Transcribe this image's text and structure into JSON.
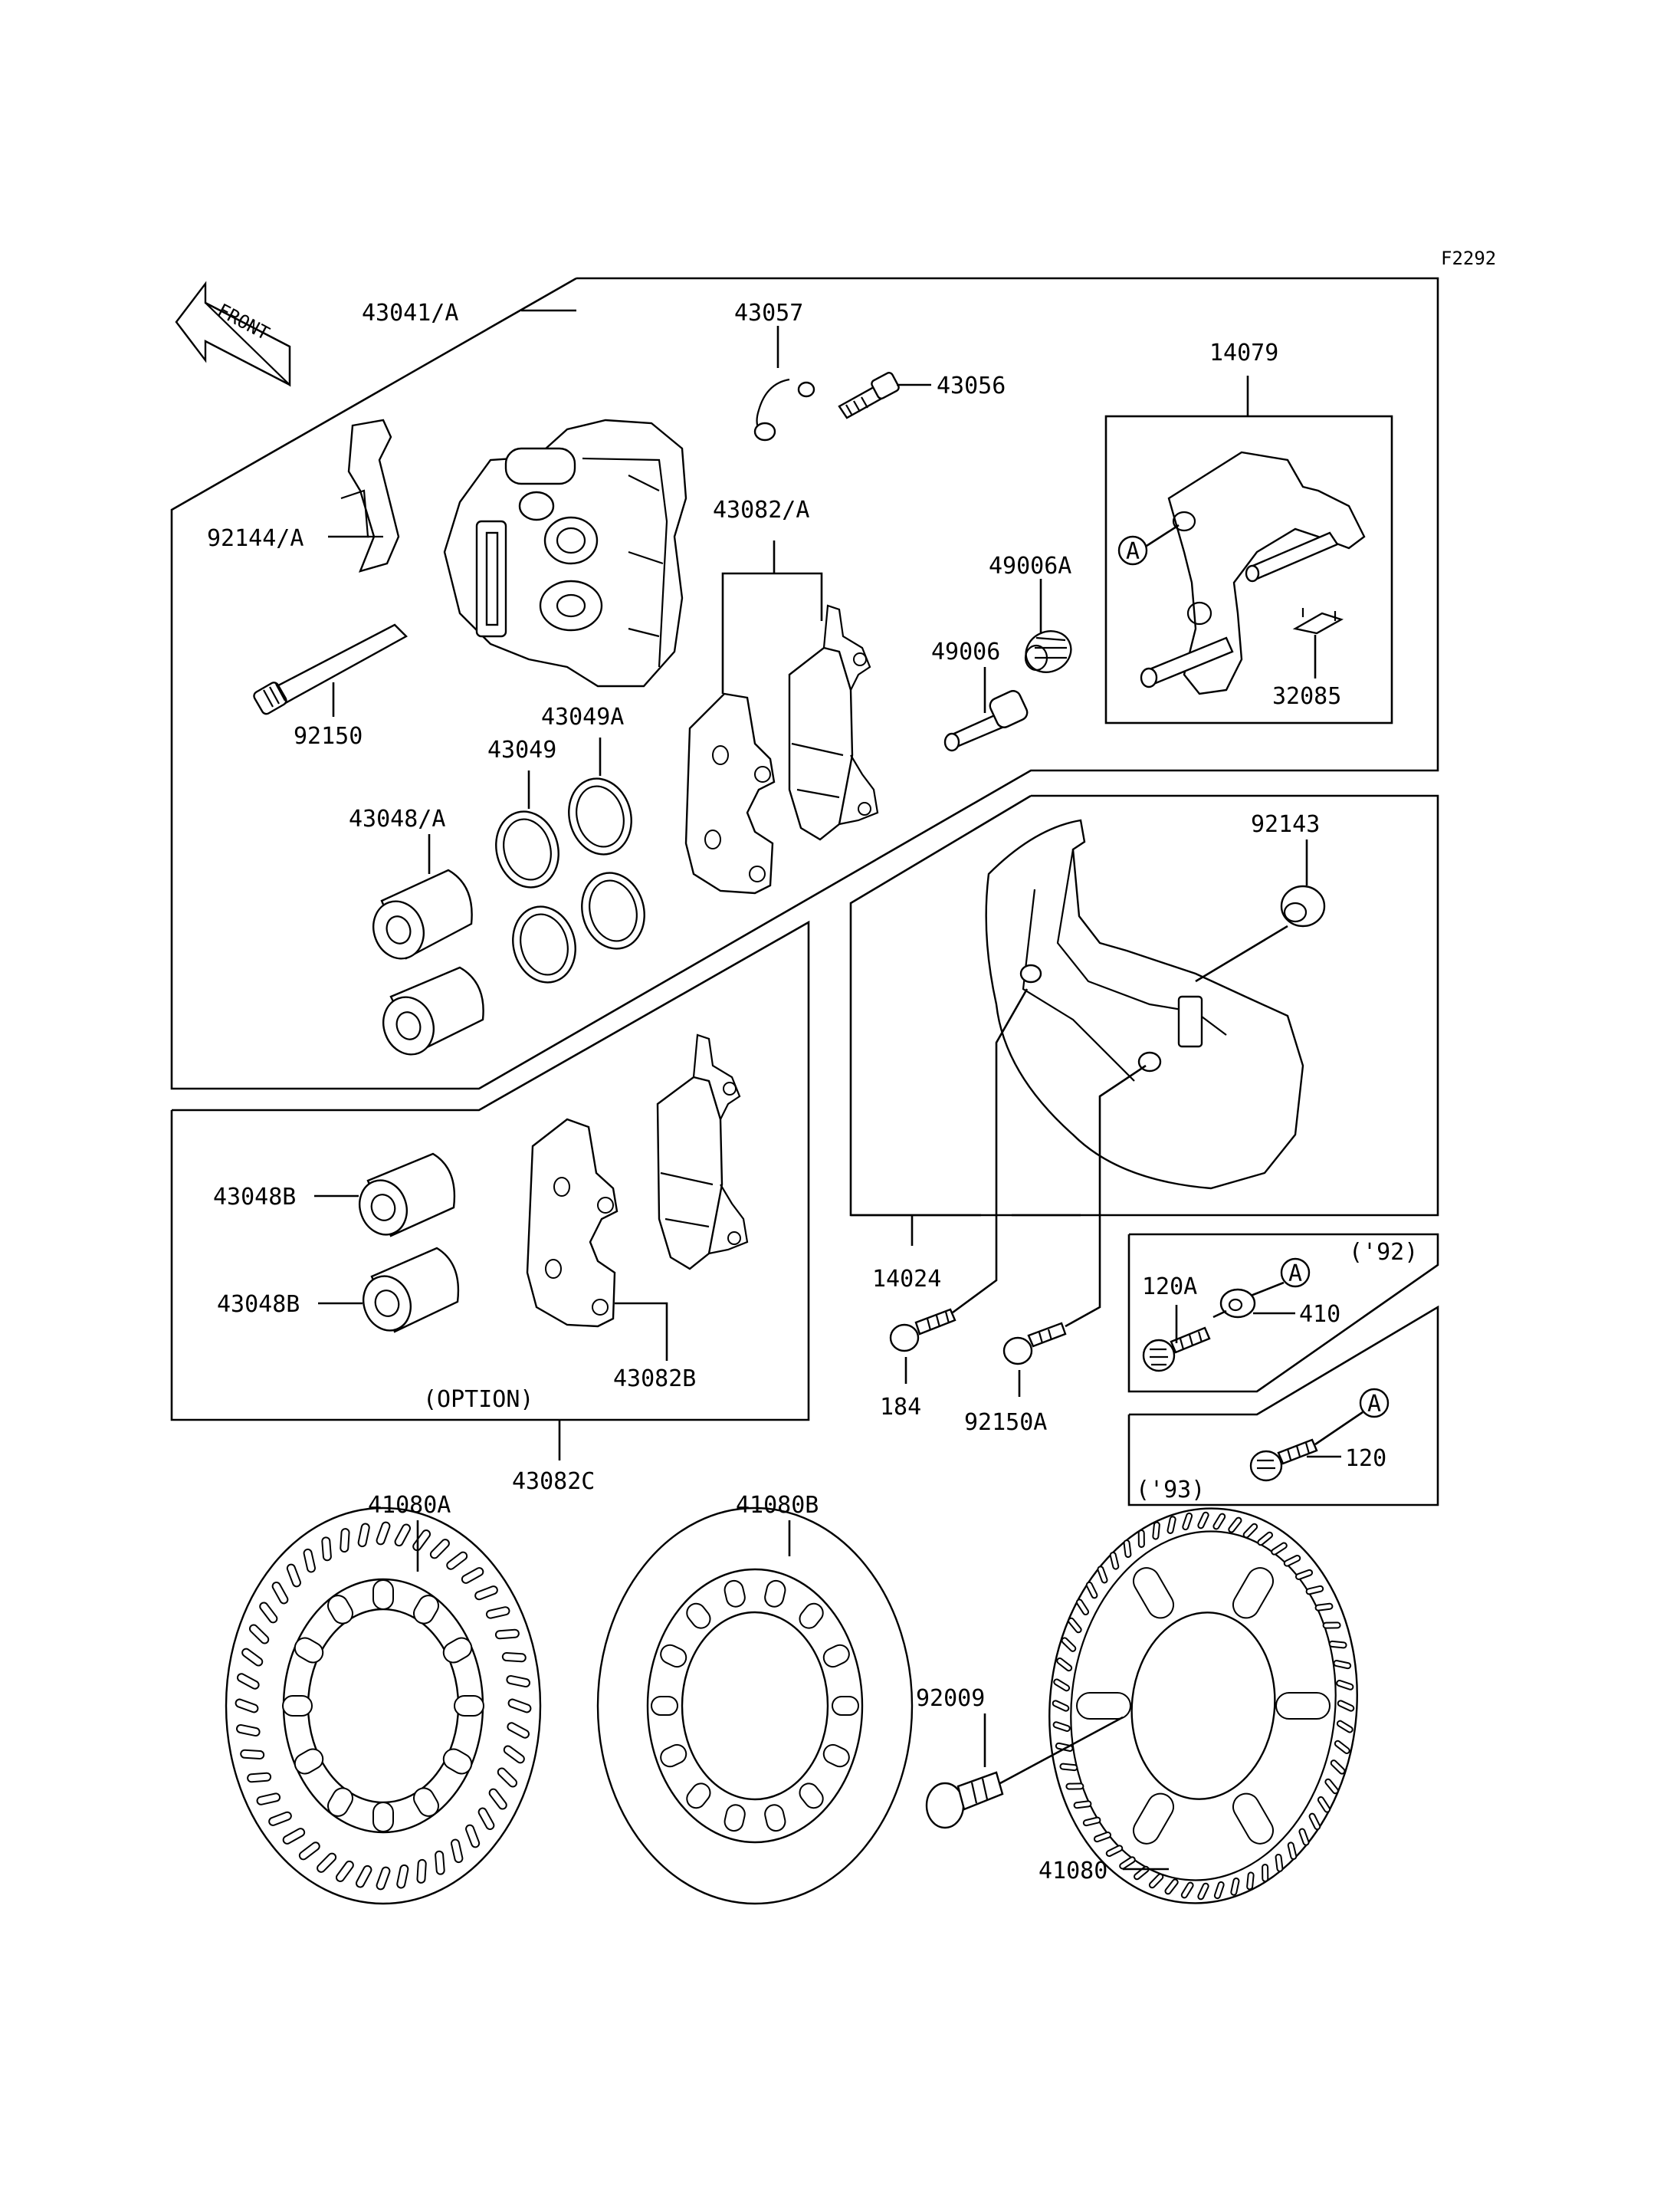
{
  "drawing_code": "F2292",
  "front_marker": "FRONT",
  "option_note": "(OPTION)",
  "reference_mark": "A",
  "year_92": "('92)",
  "year_93": "('93)",
  "labels": {
    "p43041A": "43041/A",
    "p43057": "43057",
    "p43056": "43056",
    "p14079": "14079",
    "p92144A": "92144/A",
    "p43082A": "43082/A",
    "p49006A": "49006A",
    "p49006": "49006",
    "p32085": "32085",
    "p92150": "92150",
    "p43049A": "43049A",
    "p43049": "43049",
    "p43048A": "43048/A",
    "p92143": "92143",
    "p43048B_1": "43048B",
    "p43048B_2": "43048B",
    "p43082B": "43082B",
    "p14024": "14024",
    "p120A": "120A",
    "p410": "410",
    "p184": "184",
    "p92150A": "92150A",
    "p120": "120",
    "p43082C": "43082C",
    "p41080A": "41080A",
    "p41080B": "41080B",
    "p92009": "92009",
    "p41080": "41080"
  }
}
